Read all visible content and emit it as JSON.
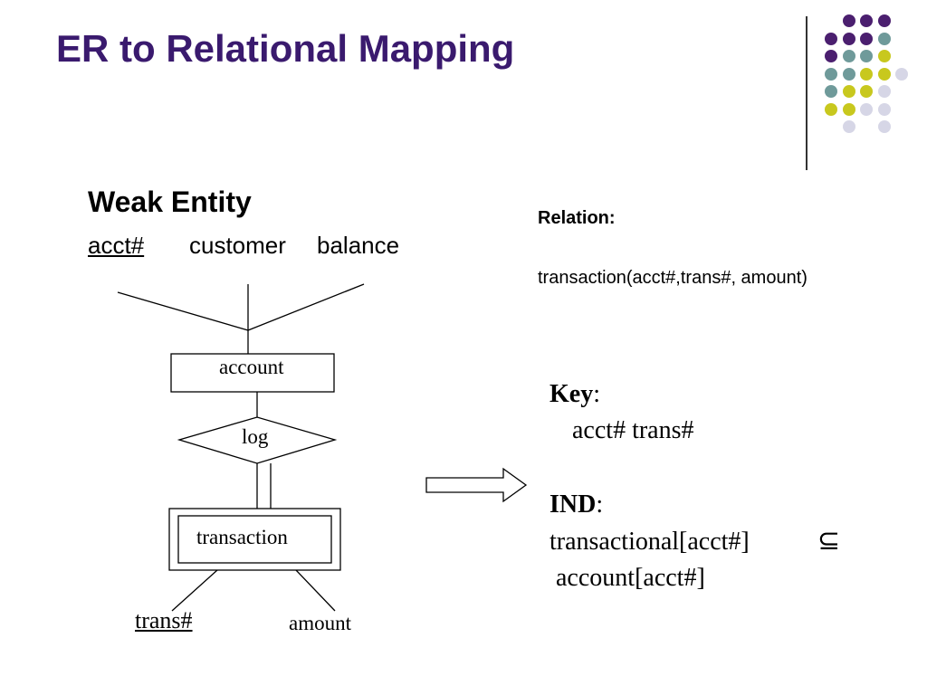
{
  "slide": {
    "title": "ER to Relational Mapping",
    "subtitle": "Weak Entity"
  },
  "attributes": {
    "acct": "acct#",
    "customer": "customer",
    "balance": "balance",
    "trans": "trans#",
    "amount": "amount"
  },
  "diagram": {
    "account_entity": "account",
    "log_relationship": "log",
    "transaction_entity": "transaction"
  },
  "relation": {
    "label": "Relation:",
    "schema": "transaction(acct#,trans#, amount)"
  },
  "key": {
    "label": "Key",
    "colon": ":",
    "value": "acct# trans#"
  },
  "ind": {
    "label": "IND",
    "colon": ":",
    "line1": "transactional[acct#]",
    "line2": "account[acct#]",
    "subset_symbol": "⊆"
  },
  "colors": {
    "title": "#3a1a6e",
    "dot_purple": "#4b1f6f",
    "dot_teal": "#6f9a9a",
    "dot_yellow": "#c8c81e",
    "dot_lavender": "#d6d6e6"
  }
}
